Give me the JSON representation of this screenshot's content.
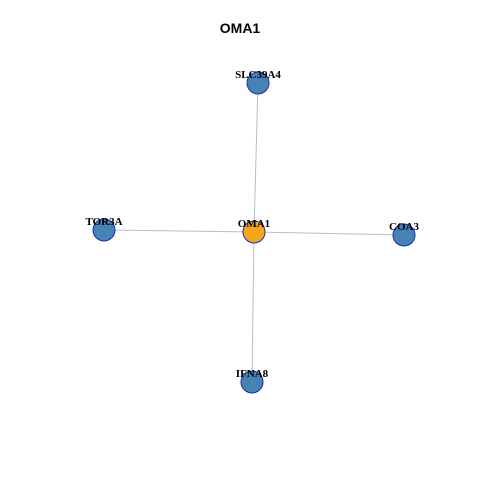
{
  "title": "OMA1",
  "colors": {
    "hub": "#f7a61b",
    "neighbor": "#4682b4",
    "border": "#1a2ea8",
    "edge": "#bdbdbd"
  },
  "graph": {
    "nodes": [
      {
        "id": "OMA1",
        "label": "OMA1",
        "role": "hub"
      },
      {
        "id": "SLC39A4",
        "label": "SLC39A4",
        "role": "neighbor"
      },
      {
        "id": "TOR3A",
        "label": "TOR3A",
        "role": "neighbor"
      },
      {
        "id": "COA3",
        "label": "COA3",
        "role": "neighbor"
      },
      {
        "id": "IFNA8",
        "label": "IFNA8",
        "role": "neighbor"
      }
    ],
    "edges": [
      {
        "source": "OMA1",
        "target": "SLC39A4"
      },
      {
        "source": "OMA1",
        "target": "TOR3A"
      },
      {
        "source": "OMA1",
        "target": "COA3"
      },
      {
        "source": "OMA1",
        "target": "IFNA8"
      }
    ]
  }
}
